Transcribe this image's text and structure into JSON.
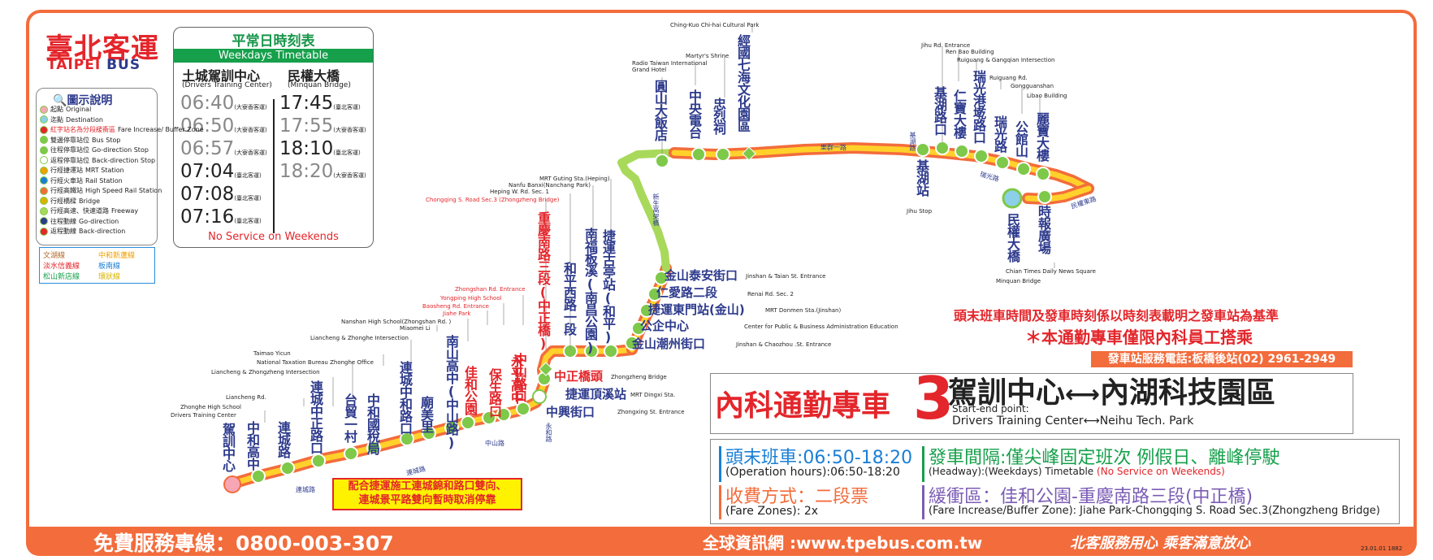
{
  "brand": {
    "logo_zh": "臺北客運",
    "logo_en_a": "TAIPEI ",
    "logo_en_b": "BUS",
    "red": "#e3262b",
    "navy": "#2d3a8c",
    "orange": "#f36c3c",
    "green": "#16a04b"
  },
  "timetable": {
    "title": "平常日時刻表",
    "subtitle": "Weekdays Timetable",
    "col1_zh": "土城駕訓中心",
    "col1_en": "(Drivers Training Center)",
    "col2_zh": "民權大橋",
    "col2_en": "(Minquan Bridge)",
    "left": [
      {
        "time": "06:40",
        "via": "(大寮香客運)",
        "grey": true
      },
      {
        "time": "06:50",
        "via": "(大寮香客運)",
        "grey": true
      },
      {
        "time": "06:57",
        "via": "(大寮香客運)",
        "grey": true
      },
      {
        "time": "07:04",
        "via": "(臺北客運)",
        "grey": false
      },
      {
        "time": "07:08",
        "via": "(臺北客運)",
        "grey": false
      },
      {
        "time": "07:16",
        "via": "(臺北客運)",
        "grey": false
      }
    ],
    "right": [
      {
        "time": "17:45",
        "via": "(臺北客運)",
        "grey": false
      },
      {
        "time": "17:55",
        "via": "(大寮香客運)",
        "grey": true
      },
      {
        "time": "18:10",
        "via": "(臺北客運)",
        "grey": false
      },
      {
        "time": "18:20",
        "via": "(大寮香客運)",
        "grey": true
      }
    ],
    "footer": "No Service on Weekends"
  },
  "legend": {
    "title": "圖示說明",
    "items": [
      {
        "icon": "origin-dot",
        "zh": "起點",
        "en": "Original"
      },
      {
        "icon": "destination-dot",
        "zh": "迄點",
        "en": "Destination"
      },
      {
        "icon": "fare-dot",
        "zh": "紅字站名為分段緩衝區",
        "en": "Fare Increase/ Buffer Zone"
      },
      {
        "icon": "two-way-dot",
        "zh": "雙邊停靠站位",
        "en": "Bus Stop"
      },
      {
        "icon": "go-dot",
        "zh": "往程停靠站位",
        "en": "Go-direction Stop"
      },
      {
        "icon": "back-dot",
        "zh": "返程停靠站位",
        "en": "Back-direction Stop"
      },
      {
        "icon": "mrt-icon",
        "zh": "行經捷運站",
        "en": "MRT Station"
      },
      {
        "icon": "rail-icon",
        "zh": "行經火車站",
        "en": "Rail Station"
      },
      {
        "icon": "hsr-icon",
        "zh": "行經高鐵站",
        "en": "High Speed Rail Station"
      },
      {
        "icon": "bridge-icon",
        "zh": "行經橋樑",
        "en": "Bridge"
      },
      {
        "icon": "freeway-icon",
        "zh": "行經高速、快速道路",
        "en": "Freeway"
      },
      {
        "icon": "go-arrow",
        "zh": "往程動線",
        "en": "Go-direction"
      },
      {
        "icon": "back-arrow",
        "zh": "返程動線",
        "en": "Back-direction"
      }
    ],
    "mrt_lines": [
      {
        "name": "文湖線",
        "color": "#b36b2a"
      },
      {
        "name": "中和新蘆線",
        "color": "#f0a000"
      },
      {
        "name": "淡水信義線",
        "color": "#e3262b"
      },
      {
        "name": "板南線",
        "color": "#1a7fd6"
      },
      {
        "name": "松山新店線",
        "color": "#16a04b"
      },
      {
        "name": "環狀線",
        "color": "#d8b400"
      }
    ]
  },
  "stations_left": [
    {
      "zh": "駕訓中心",
      "en": "Drivers Training Center"
    },
    {
      "zh": "中和高中",
      "en": "Zhonghe High School"
    },
    {
      "zh": "連城路",
      "en": "Liancheng Rd."
    },
    {
      "zh": "連城中正路口",
      "en": "Liancheng & Zhongzheng Intersection"
    },
    {
      "zh": "台貿一村",
      "en": "Taimao Yicun"
    },
    {
      "zh": "中和國稅局",
      "en": "National Taxation Bureau Zhonghe Office"
    },
    {
      "zh": "連城中和路口",
      "en": "Liancheng & Zhonghe Intersection"
    },
    {
      "zh": "廟美里",
      "en": "Miaomei Li"
    },
    {
      "zh": "南山高中(中山路)",
      "en": "Nanshan High School(Zhongshan Rd. )"
    },
    {
      "zh": "佳和公園",
      "en": "Jiahe Park"
    },
    {
      "zh": "保生路口",
      "en": "Baosheng Rd. Entrance"
    },
    {
      "zh": "永平高中",
      "en": "Yongping  High School"
    },
    {
      "zh": "中山路口",
      "en": "Zhongshan Rd. Entrance"
    }
  ],
  "stations_mid_h": [
    {
      "zh": "中興街口",
      "en": "Zhongxing St. Entrance"
    },
    {
      "zh": "捷運頂溪站",
      "en": "MRT Dingxi Sta."
    },
    {
      "zh": "中正橋頭",
      "en": "Zhongzheng Bridge"
    }
  ],
  "stations_mid_v": [
    {
      "zh": "重慶南路三段(中正橋)",
      "en": "Chongqing S. Road Sec.3 (Zhongzheng Bridge)"
    },
    {
      "zh": "和平西路一段",
      "en": "Heping W. Rd. Sec. 1"
    },
    {
      "zh": "南福板溪(南昌公園)",
      "en": "Nanfu Banxi(Nanchang Park)"
    },
    {
      "zh": "捷運古亭站(和平)",
      "en": "MRT Guting Sta.(Heping)"
    }
  ],
  "stations_up_h": [
    {
      "zh": "金山潮州街口",
      "en": "Jinshan & Chaozhou .St. Entrance"
    },
    {
      "zh": "公企中心",
      "en": "Center for Public & Business Administration Education"
    },
    {
      "zh": "捷運東門站(金山)",
      "en": "MRT Donmen Sta.(Jinshan)"
    },
    {
      "zh": "仁愛路二段",
      "en": "Renai Rd. Sec. 2"
    },
    {
      "zh": "金山泰安街口",
      "en": "Jinshan & Taian St. Entrance"
    }
  ],
  "stations_top": [
    {
      "zh": "圓山大飯店",
      "en": "Grand Hotel",
      "en2": "Radio Taiwan International"
    },
    {
      "zh": "中央電台",
      "en": ""
    },
    {
      "zh": "忠烈祠",
      "en": "Martyr's Shrine"
    },
    {
      "zh": "經國七海文化園區",
      "en": "Ching-Kuo Chi-hai Cultural Park"
    }
  ],
  "stations_right": [
    {
      "zh": "基湖站",
      "en": "Jihu Stop"
    },
    {
      "zh": "基湖路口",
      "en": "Jihu Rd. Entrance"
    },
    {
      "zh": "仁寶大樓",
      "en": "Ren Bao Building"
    },
    {
      "zh": "瑞光港墘路口",
      "en": "Ruiguang & Gangqian Intersection"
    },
    {
      "zh": "瑞光路",
      "en": "Ruiguang Rd."
    },
    {
      "zh": "公館山",
      "en": "Gongguanshan"
    },
    {
      "zh": "麗寶大樓",
      "en": "Libao Building"
    },
    {
      "zh": "時報廣場",
      "en": "Chian Times Daily News Square"
    },
    {
      "zh": "民權大橋",
      "en": "Minquan Bridge"
    }
  ],
  "roads": {
    "liancheng": "連城路",
    "liancheng2": "連城路",
    "zhongshan": "中山路",
    "yonghe": "永和路",
    "xinsheng": "新生高架橋",
    "lequn": "樂群一路",
    "jihu": "基湖路",
    "ruiguang": "瑞光路",
    "minquan": "民權東路"
  },
  "notice": {
    "line1": "頭末班車時間及發車時刻係以時刻表載明之發車站為基準",
    "line2": "＊本通勤專車僅限內科員工搭乘",
    "phone": "發車站服務電話:板橋後站(02) 2961-2949"
  },
  "route": {
    "name": "內科通勤專車",
    "number": "3",
    "terminals_a": "駕訓中心",
    "arrow": "⟷",
    "terminals_b": "內湖科技園區",
    "start_label": "Start-end point:",
    "terminals_en": "Drivers Training Center⟷Neihu Tech. Park"
  },
  "info": {
    "hours_zh": "頭末班車:06:50-18:20",
    "hours_en": "(Operation hours):06:50-18:20",
    "headway_zh": "發車間隔:僅尖峰固定班次 例假日、離峰停駛",
    "headway_en": "(Headway):(Weekdays) Timetable",
    "headway_en_red": "(No Service on Weekends)",
    "fare_zh": "收費方式：二段票",
    "fare_en": "(Fare Zones): 2x",
    "buffer_zh": "緩衝區：佳和公園-重慶南路三段(中正橋)",
    "buffer_en": "(Fare Increase/Buffer Zone): Jiahe Park-Chongqing S. Road Sec.3(Zhongzheng Bridge)"
  },
  "construction": {
    "line1": "配合捷運施工連城錦和路口雙向、",
    "line2": "連城景平路雙向暫時取消停靠"
  },
  "footer": {
    "phone": "免費服務專線：0800-003-307",
    "web": "全球資訊網 :www.tpebus.com.tw",
    "slogan": "北客服務用心 乘客滿意放心",
    "code": "23.01.01  1882"
  }
}
